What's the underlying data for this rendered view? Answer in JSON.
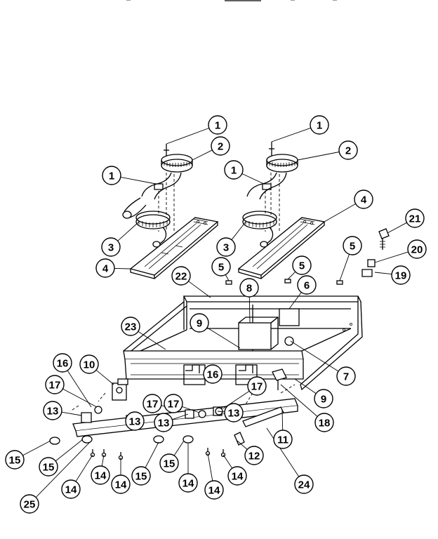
{
  "callouts": [
    {
      "id": "c1",
      "label": "1"
    },
    {
      "id": "c2",
      "label": "1"
    },
    {
      "id": "c3",
      "label": "1"
    },
    {
      "id": "c4",
      "label": "1"
    },
    {
      "id": "c5",
      "label": "2"
    },
    {
      "id": "c6",
      "label": "2"
    },
    {
      "id": "c7",
      "label": "3"
    },
    {
      "id": "c8",
      "label": "3"
    },
    {
      "id": "c9",
      "label": "4"
    },
    {
      "id": "c10",
      "label": "4"
    },
    {
      "id": "c11",
      "label": "5"
    },
    {
      "id": "c12",
      "label": "5"
    },
    {
      "id": "c13",
      "label": "5"
    },
    {
      "id": "c14",
      "label": "6"
    },
    {
      "id": "c15",
      "label": "7"
    },
    {
      "id": "c16",
      "label": "8"
    },
    {
      "id": "c17",
      "label": "9"
    },
    {
      "id": "c18",
      "label": "9"
    },
    {
      "id": "c19",
      "label": "10"
    },
    {
      "id": "c20",
      "label": "11"
    },
    {
      "id": "c21",
      "label": "12"
    },
    {
      "id": "c22",
      "label": "13"
    },
    {
      "id": "c23",
      "label": "13"
    },
    {
      "id": "c24",
      "label": "13"
    },
    {
      "id": "c25",
      "label": "13"
    },
    {
      "id": "c26",
      "label": "14"
    },
    {
      "id": "c27",
      "label": "14"
    },
    {
      "id": "c28",
      "label": "14"
    },
    {
      "id": "c29",
      "label": "14"
    },
    {
      "id": "c30",
      "label": "14"
    },
    {
      "id": "c31",
      "label": "14"
    },
    {
      "id": "c32",
      "label": "15"
    },
    {
      "id": "c33",
      "label": "15"
    },
    {
      "id": "c34",
      "label": "15"
    },
    {
      "id": "c35",
      "label": "15"
    },
    {
      "id": "c36",
      "label": "16"
    },
    {
      "id": "c37",
      "label": "16"
    },
    {
      "id": "c38",
      "label": "17"
    },
    {
      "id": "c39",
      "label": "17"
    },
    {
      "id": "c40",
      "label": "17"
    },
    {
      "id": "c41",
      "label": "17"
    },
    {
      "id": "c42",
      "label": "18"
    },
    {
      "id": "c43",
      "label": "19"
    },
    {
      "id": "c44",
      "label": "20"
    },
    {
      "id": "c45",
      "label": "21"
    },
    {
      "id": "c46",
      "label": "22"
    },
    {
      "id": "c47",
      "label": "23"
    },
    {
      "id": "c48",
      "label": "24"
    },
    {
      "id": "c49",
      "label": "25"
    }
  ]
}
